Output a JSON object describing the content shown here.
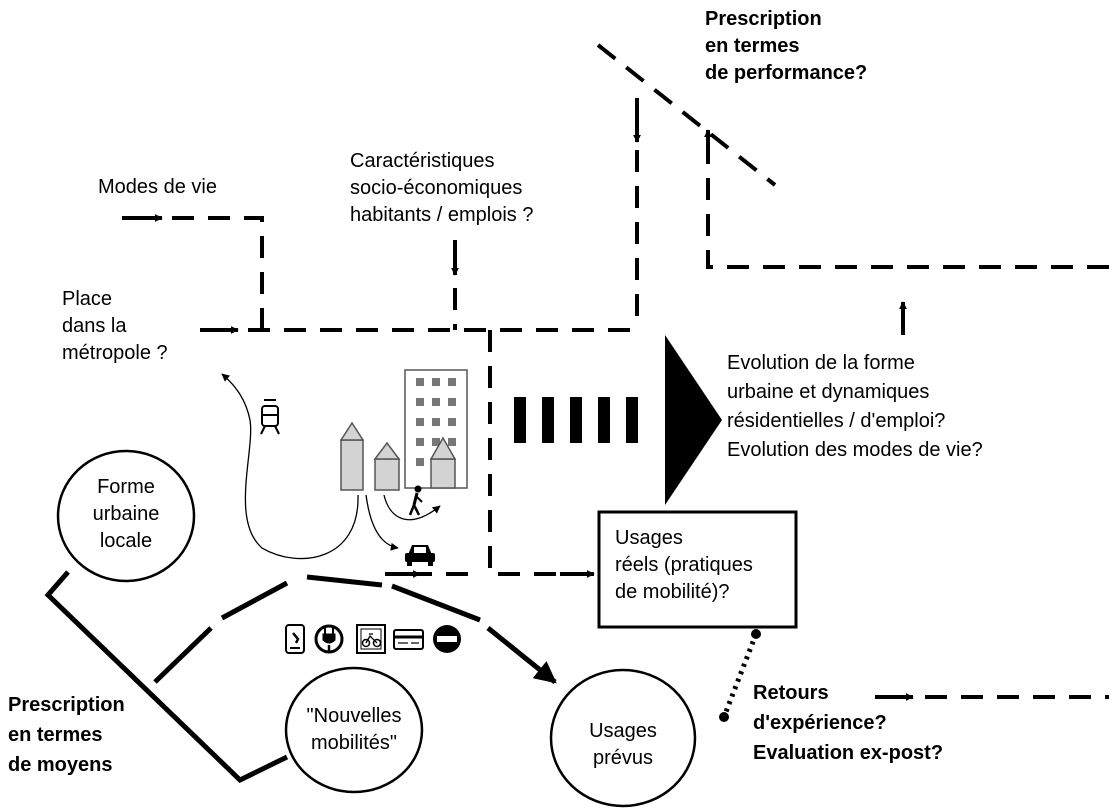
{
  "colors": {
    "ink": "#000000",
    "building_fill": "#d3d3d3",
    "background": "#ffffff"
  },
  "labels": {
    "prescription_performance": [
      "Prescription",
      "en termes",
      "de performance?"
    ],
    "caracteristiques": [
      "Caractéristiques",
      "socio-économiques",
      "habitants / emplois ?"
    ],
    "modes_de_vie": "Modes de vie",
    "place_metropole": [
      "Place",
      "dans la",
      "métropole ?"
    ],
    "evolution": [
      "Evolution de la forme",
      "urbaine et dynamiques",
      "résidentielles / d'emploi?",
      "Evolution des modes de vie?"
    ],
    "forme_urbaine_locale": [
      "Forme",
      "urbaine",
      "locale"
    ],
    "usages_reels": [
      "Usages",
      "réels (pratiques",
      "de mobilité)?"
    ],
    "prescription_moyens": [
      "Prescription",
      "en termes",
      "de moyens"
    ],
    "nouvelles_mobilites": [
      "\"Nouvelles",
      "mobilités\""
    ],
    "usages_prevus": [
      "Usages",
      "prévus"
    ],
    "retours": [
      "Retours",
      "d'expérience?",
      "Evaluation ex-post?"
    ]
  },
  "icons": [
    "tram-icon",
    "pedestrian-icon",
    "car-icon",
    "smartphone-icon",
    "charging-plug-icon",
    "bike-sharing-icon",
    "card-ticket-icon",
    "no-entry-icon"
  ]
}
